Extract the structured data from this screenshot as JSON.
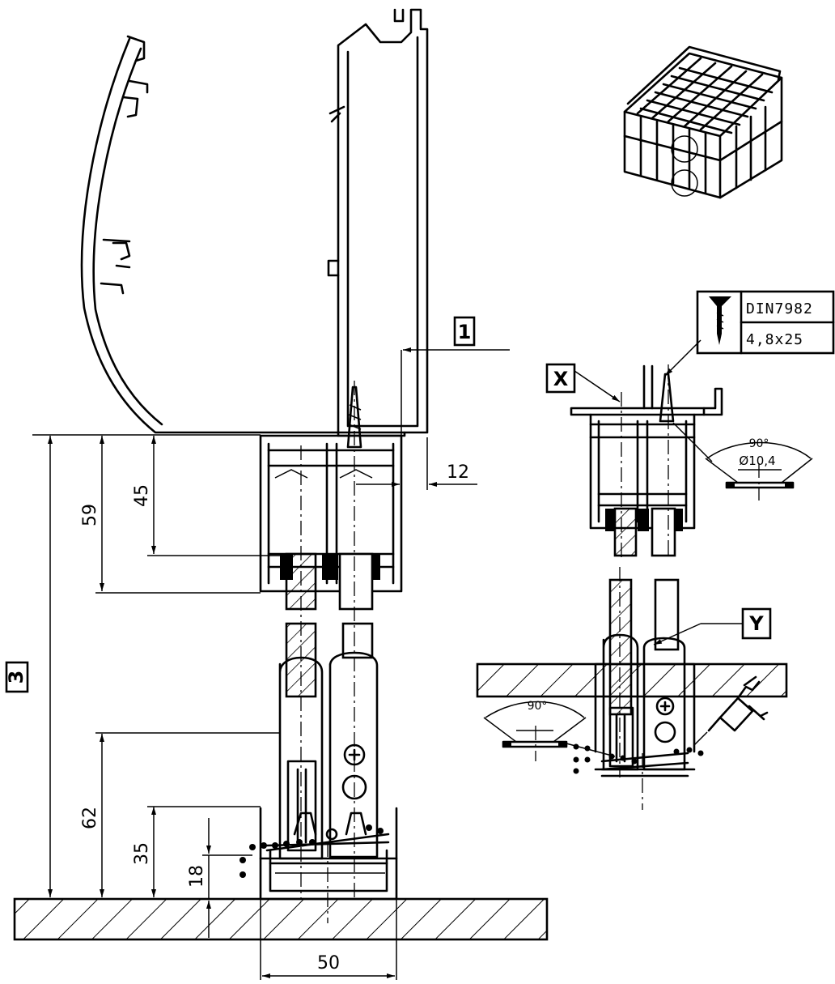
{
  "dimensions": {
    "d59": "59",
    "d45": "45",
    "d12": "12",
    "d62": "62",
    "d35": "35",
    "d18": "18",
    "d50": "50"
  },
  "callouts": {
    "c1": "1",
    "c3": "3",
    "cX": "X",
    "cY": "Y"
  },
  "screw_spec": {
    "standard": "DIN7982",
    "size": "4,8x25"
  },
  "detail_x": {
    "angle": "90°",
    "diameter": "Ø10,4"
  },
  "detail_y": {
    "angle": "90°"
  }
}
